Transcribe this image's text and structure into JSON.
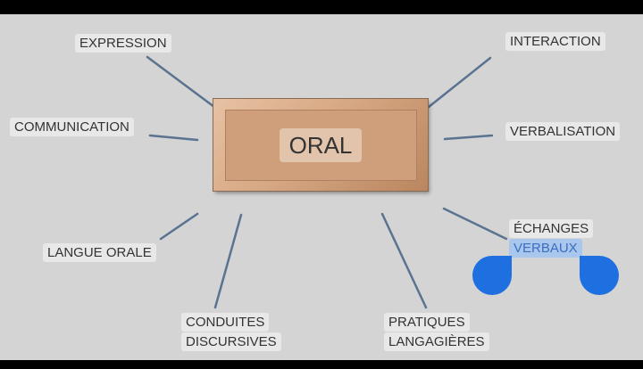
{
  "center": {
    "label": "ORAL"
  },
  "nodes": {
    "expression": "EXPRESSION",
    "interaction": "INTERACTION",
    "communication": "COMMUNICATION",
    "verbalisation": "VERBALISATION",
    "langue_orale": "LANGUE ORALE",
    "echanges_line1": "ÉCHANGES",
    "echanges_line2": "VERBAUX",
    "conduites_line1": "CONDUITES",
    "conduites_line2": "DISCURSIVES",
    "pratiques_line1": "PRATIQUES",
    "pratiques_line2": "LANGAGIÈRES"
  },
  "colors": {
    "background": "#d4d4d4",
    "center_box": "#c99a77",
    "connector": "#5a7390",
    "selection_highlight": "#a9c6ec",
    "selection_handle": "#1e6fe0"
  }
}
